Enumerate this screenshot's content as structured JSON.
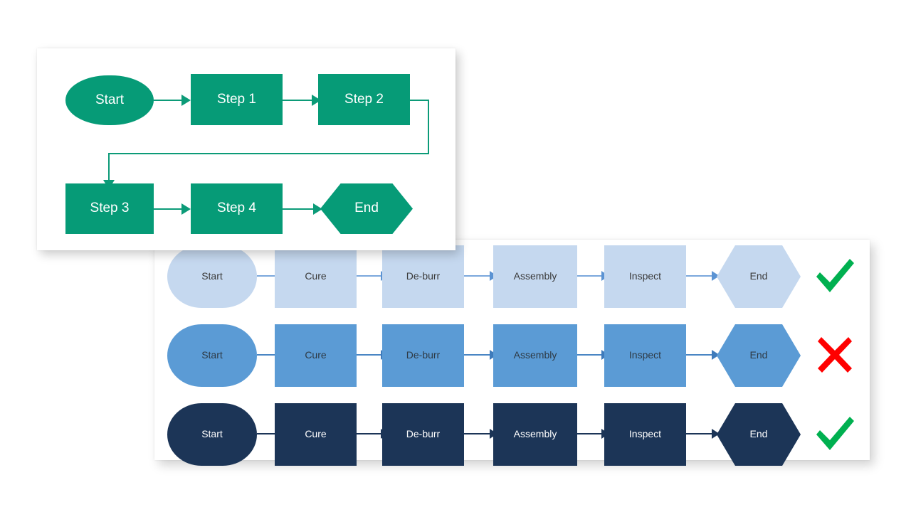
{
  "colors": {
    "green": "#069B77",
    "green_connector": "#0C9B78",
    "row_light": "#C5D8EF",
    "row_mid": "#5B9BD5",
    "row_dark": "#1C3557",
    "check_green": "#00B050",
    "cross_red": "#FF0000",
    "panel_bg": "#FFFFFF",
    "page_bg": "#FFFFFF"
  },
  "top_flow": {
    "nodes": [
      {
        "id": "start",
        "label": "Start",
        "shape": "stadium"
      },
      {
        "id": "step1",
        "label": "Step 1",
        "shape": "rect"
      },
      {
        "id": "step2",
        "label": "Step 2",
        "shape": "rect"
      },
      {
        "id": "step3",
        "label": "Step 3",
        "shape": "rect"
      },
      {
        "id": "step4",
        "label": "Step 4",
        "shape": "rect"
      },
      {
        "id": "end",
        "label": "End",
        "shape": "hexagon"
      }
    ],
    "edges": [
      {
        "from": "start",
        "to": "step1",
        "type": "straight"
      },
      {
        "from": "step1",
        "to": "step2",
        "type": "straight"
      },
      {
        "from": "step2",
        "to": "step3",
        "type": "elbow"
      },
      {
        "from": "step3",
        "to": "step4",
        "type": "straight"
      },
      {
        "from": "step4",
        "to": "end",
        "type": "straight"
      }
    ]
  },
  "bottom_panel": {
    "column_labels": [
      "Start",
      "Cure",
      "De-burr",
      "Assembly",
      "Inspect",
      "End"
    ],
    "node_shapes": [
      "stadium",
      "rect",
      "rect",
      "rect",
      "rect",
      "hexagon"
    ],
    "rows": [
      {
        "tone": "light",
        "fill": "#C5D8EF",
        "text_color": "#3A3A3A",
        "labels": [
          "Start",
          "Cure",
          "De-burr",
          "Assembly",
          "Inspect",
          "End"
        ],
        "status": "check",
        "status_label": "Approved"
      },
      {
        "tone": "mid",
        "fill": "#5B9BD5",
        "text_color": "#2E3A45",
        "labels": [
          "Start",
          "Cure",
          "De-burr",
          "Assembly",
          "Inspect",
          "End"
        ],
        "status": "cross",
        "status_label": "Rejected"
      },
      {
        "tone": "dark",
        "fill": "#1C3557",
        "text_color": "#FFFFFF",
        "labels": [
          "Start",
          "Cure",
          "De-burr",
          "Assembly",
          "Inspect",
          "End"
        ],
        "status": "check",
        "status_label": "Approved"
      }
    ]
  }
}
